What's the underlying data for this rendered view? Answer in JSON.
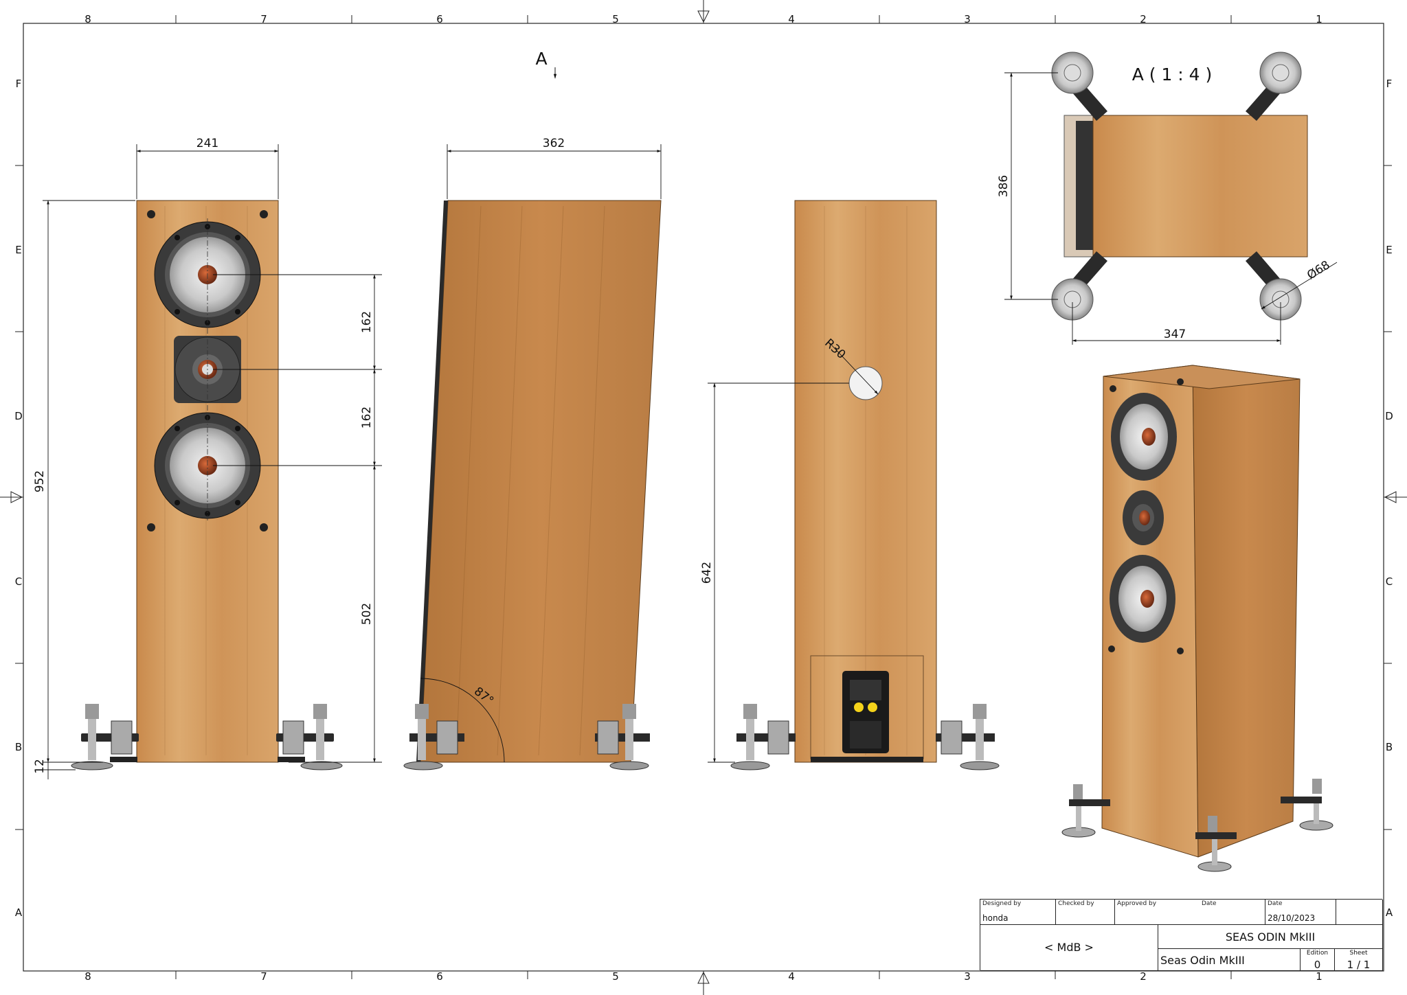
{
  "zones": {
    "columns": [
      "8",
      "7",
      "6",
      "5",
      "4",
      "3",
      "2",
      "1"
    ],
    "rows": [
      "F",
      "E",
      "D",
      "C",
      "B",
      "A"
    ]
  },
  "views": {
    "section_marker": "A",
    "detail_title": "A ( 1 : 4 )"
  },
  "dimensions": {
    "front_width": "241",
    "front_height": "952",
    "driver_spacing_upper": "162",
    "driver_spacing_lower": "162",
    "woofer_height": "502",
    "spike_offset": "12",
    "side_depth": "362",
    "baffle_angle": "87°",
    "rear_port_height": "642",
    "port_radius": "R30",
    "top_depth": "386",
    "top_width": "347",
    "foot_diameter": "Ø68"
  },
  "title_block": {
    "designed_by_label": "Designed by",
    "designed_by": "honda",
    "checked_by_label": "Checked by",
    "approved_by_label": "Approved by",
    "date_label_1": "Date",
    "date_label_2": "Date",
    "date": "28/10/2023",
    "company": "< MdB >",
    "title": "SEAS ODIN MkIII",
    "subtitle": "Seas Odin MkIII",
    "edition_label": "Edition",
    "edition": "0",
    "sheet_label": "Sheet",
    "sheet": "1 / 1"
  },
  "colors": {
    "wood_light": "#d9a46a",
    "wood_dark": "#b9793f",
    "driver_ring": "#3a3a3a",
    "cone": "#cfcfcf",
    "dust_cap": "#9a4a2a",
    "terminal_yellow": "#f4d21a",
    "hardware": "#2a2a2a"
  }
}
